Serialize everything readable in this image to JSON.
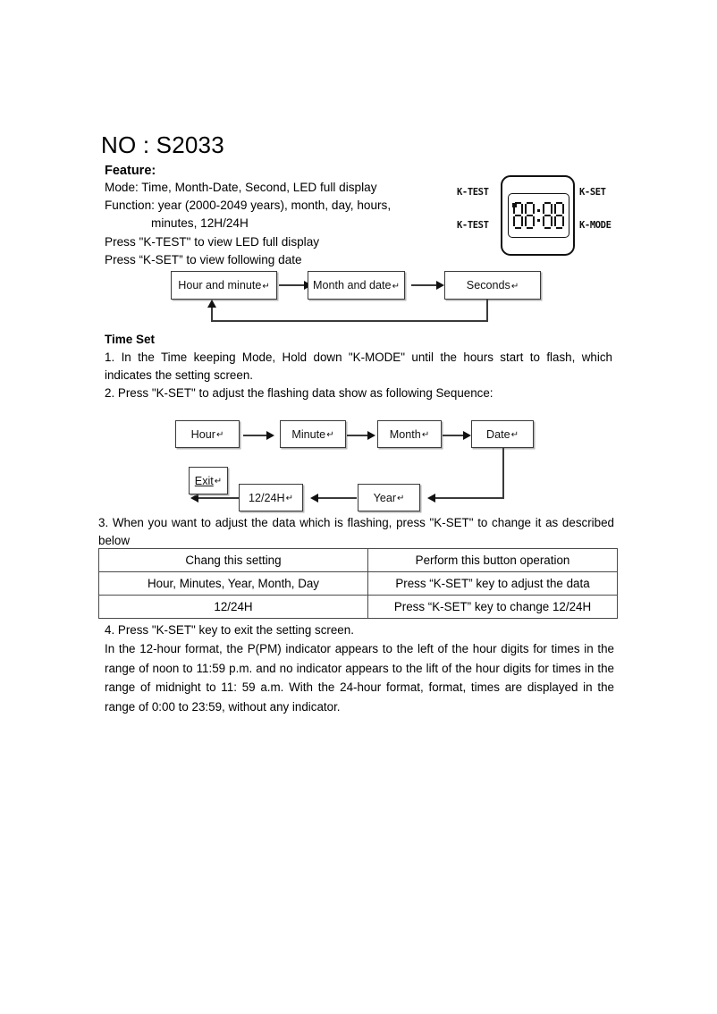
{
  "document": {
    "title": "NO : S2033",
    "feature": {
      "heading": "Feature:",
      "lines": [
        "Mode: Time, Month-Date, Second, LED full display",
        "Function: year (2000-2049 years), month, day, hours,",
        "minutes, 12H/24H",
        "Press \"K-TEST\" to view LED full display",
        "Press “K-SET” to view following date"
      ]
    },
    "device": {
      "label_top_left": "K-TEST",
      "label_top_right": "K-SET",
      "label_bottom_left": "K-TEST",
      "label_bottom_right": "K-MODE",
      "display_digits": [
        "8",
        "8",
        "8",
        "8"
      ],
      "display_colon": ":",
      "pm_indicator": "P"
    },
    "view_flow": {
      "boxes": [
        {
          "label": "Hour and minute",
          "return_mark": "↵"
        },
        {
          "label": "Month and date",
          "return_mark": "↵"
        },
        {
          "label": "Seconds",
          "return_mark": "↵"
        }
      ]
    },
    "time_set": {
      "heading": "Time Set",
      "step1": "1. In the Time keeping Mode, Hold down \"K-MODE\" until the hours start to flash, which indicates the setting screen.",
      "step2": "2. Press \"K-SET\" to adjust the flashing data show as following Sequence:",
      "step3": "3. When you want to adjust the data which is flashing, press \"K-SET\" to change it as described below",
      "step4": "4. Press \"K-SET\" key to exit the setting screen."
    },
    "set_flow": {
      "row1": [
        {
          "label": "Hour",
          "return_mark": "↵"
        },
        {
          "label": "Minute",
          "return_mark": "↵"
        },
        {
          "label": "Month",
          "return_mark": "↵"
        },
        {
          "label": "Date",
          "return_mark": "↵"
        }
      ],
      "row2": [
        {
          "label": "Exit",
          "return_mark": "↵"
        },
        {
          "label": "12/24H",
          "return_mark": "↵"
        },
        {
          "label": "Year",
          "return_mark": "↵"
        }
      ]
    },
    "table": {
      "headers": [
        "Chang this setting",
        "Perform this button operation"
      ],
      "rows": [
        [
          "Hour, Minutes, Year, Month, Day",
          "Press “K-SET” key to adjust the data"
        ],
        [
          "12/24H",
          "Press “K-SET” key to change 12/24H"
        ]
      ]
    },
    "closing_paragraph": "In the 12-hour format, the P(PM) indicator appears to the left of the hour digits for times in the range of noon to 11:59 p.m. and no indicator appears to the lift of the hour digits for times in the range of midnight to 11: 59 a.m. With the 24-hour format, format, times are displayed in the range of 0:00 to 23:59, without any indicator."
  }
}
